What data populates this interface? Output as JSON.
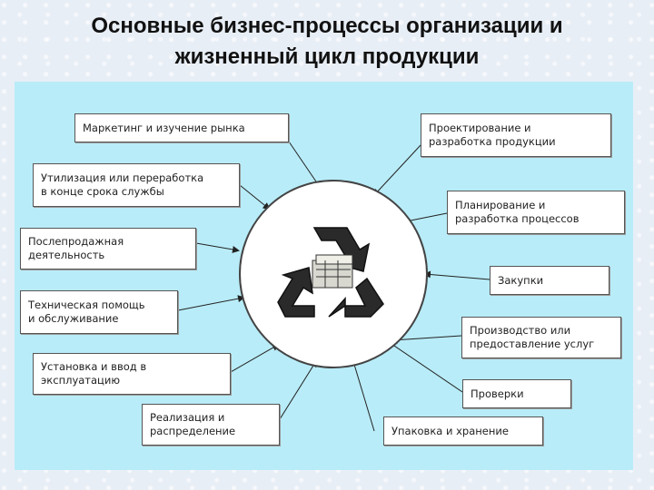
{
  "title": {
    "line1": "Основные бизнес-процессы организации и",
    "line2": "жизненный цикл продукции"
  },
  "icons": {
    "center": "recycle-icon"
  },
  "colors": {
    "panel": "#b8ecf8",
    "box": "#ffffff",
    "circle": "#ffffff"
  },
  "processes": {
    "marketing": {
      "lines": [
        "Маркетинг и изучение рынка"
      ]
    },
    "design": {
      "lines": [
        "Проектирование и",
        "разработка продукции"
      ]
    },
    "process_planning": {
      "lines": [
        "Планирование и",
        "разработка процессов"
      ]
    },
    "purchasing": {
      "lines": [
        "Закупки"
      ]
    },
    "production": {
      "lines": [
        "Производство или",
        "предоставление услуг"
      ]
    },
    "verification": {
      "lines": [
        "Проверки"
      ]
    },
    "packaging": {
      "lines": [
        "Упаковка и хранение"
      ]
    },
    "sales": {
      "lines": [
        "Реализация и",
        "распределение"
      ]
    },
    "installation": {
      "lines": [
        "Установка и ввод в",
        "эксплуатацию"
      ]
    },
    "tech_support": {
      "lines": [
        "Техническая помощь",
        "и обслуживание"
      ]
    },
    "after_sales": {
      "lines": [
        "Послепродажная",
        "деятельность"
      ]
    },
    "disposal": {
      "lines": [
        "Утилизация или переработка",
        "в конце срока службы"
      ]
    }
  }
}
